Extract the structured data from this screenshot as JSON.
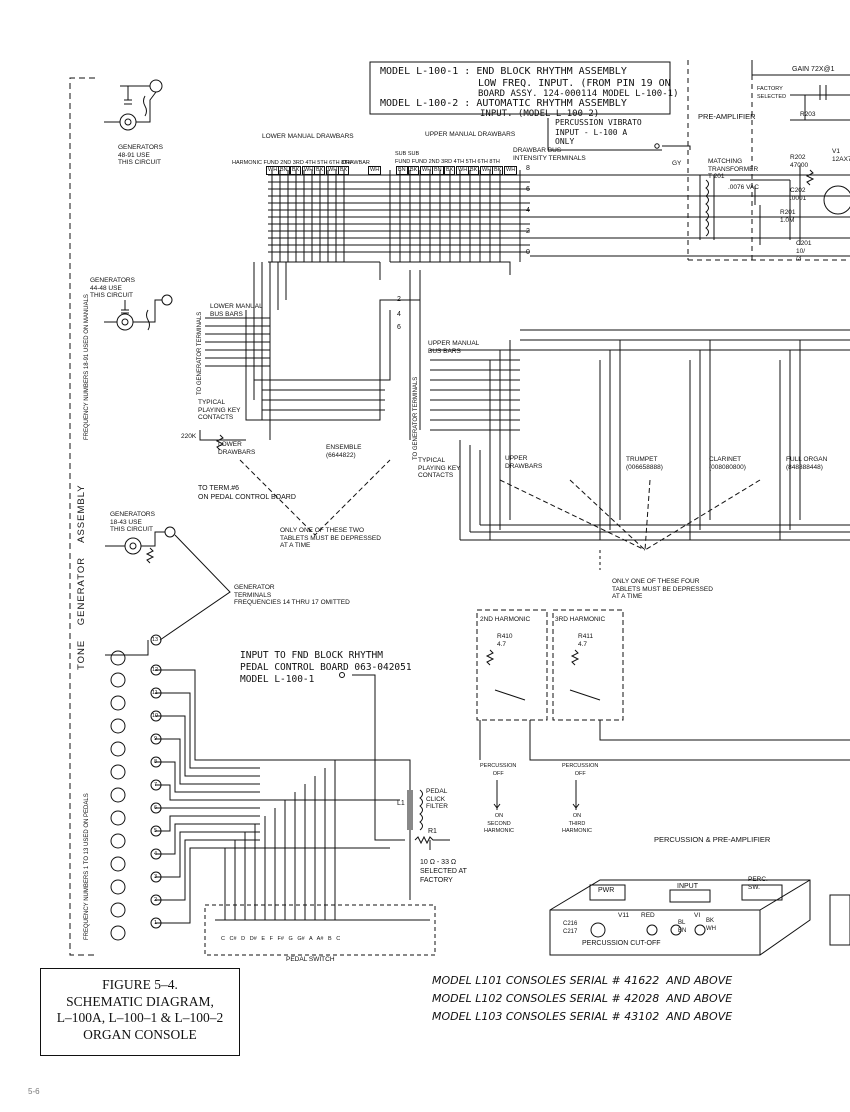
{
  "figure": {
    "caption_lines": [
      "FIGURE 5–4.",
      "SCHEMATIC DIAGRAM,",
      "L–100A, L–100–1 & L–100–2",
      "ORGAN CONSOLE"
    ],
    "page_number": "5-6"
  },
  "serials": [
    "MODEL L101 CONSOLES SERIAL # 41622  AND ABOVE",
    "MODEL L102 CONSOLES SERIAL # 42028  AND ABOVE",
    "MODEL L103 CONSOLES SERIAL # 43102  AND ABOVE"
  ],
  "model_note": {
    "line1": "MODEL L-100-1 : END BLOCK RHYTHM ASSEMBLY",
    "line2": "LOW FREQ. INPUT. (FROM PIN 19 ON",
    "line3": "BOARD ASSY. 124-000114 MODEL L-100-1)",
    "line4": "MODEL L-100-2 : AUTOMATIC RHYTHM ASSEMBLY",
    "line5": "INPUT. (MODEL L-100-2)"
  },
  "labels": {
    "gain": "GAIN 72X@1",
    "factory_selected": "FACTORY\nSELECTED",
    "r203": "R203",
    "preamp": "PRE-AMPLIFIER",
    "perc_vibrato": "PERCUSSION VIBRATO\nINPUT - L-100 A\nONLY",
    "lower_drawbars": "LOWER MANUAL DRAWBARS",
    "upper_drawbars": "UPPER MANUAL DRAWBARS",
    "drawbar_bus": "DRAWBAR BUS\nINTENSITY TERMINALS",
    "harmonic_row": "HARMONIC FUND 2ND 3RD 4TH 5TH 6TH 8TH",
    "drawbar": "DRAWBAR",
    "sub_sub": "SUB SUB\nFUND FUND 2ND 3RD 4TH 5TH 6TH 8TH",
    "gy": "GY",
    "matching_transformer": "MATCHING\nTRANSFORMER\nT 201",
    "cap_0076": ".0076 VAC",
    "r202": "R202\n47000",
    "c202": "C202\n.0001",
    "r201": "R201\n1.0M",
    "c201": "C201\n10/\n/3",
    "v1": "V1\n12AX7",
    "gen_1": "GENERATORS\n48-91 USE\nTHIS CIRCUIT",
    "gen_2": "GENERATORS\n44-48 USE\nTHIS CIRCUIT",
    "gen_3": "GENERATORS\n18-43 USE\nTHIS CIRCUIT",
    "freq_manuals": "FREQUENCY NUMBERS 18-91 USED ON MANUALS",
    "freq_pedals": "FREQUENCY NUMBERS 1 TO 13 USED ON PEDALS",
    "tone_generator": "TONE    GENERATOR    ASSEMBLY",
    "lower_manual_bus": "LOWER MANUAL\nBUS BARS",
    "upper_manual_bus": "UPPER MANUAL\nBUS BARS",
    "to_gen_terms": "TO GENERATOR TERMINALS",
    "typical_contacts": "TYPICAL\nPLAYING KEY\nCONTACTS",
    "r220k": "220K",
    "lower_drawbars_tab": "LOWER\nDRAWBARS",
    "ensemble": "ENSEMBLE\n(6644822)",
    "upper_drawbars_tab": "UPPER\nDRAWBARS",
    "trumpet": "TRUMPET\n(006658888)",
    "clarinet": "CLARINET\n(008080800)",
    "full_organ": "FULL ORGAN\n(848888448)",
    "to_term6": "TO TERM.#6\nON PEDAL CONTROL BOARD",
    "only_two": "ONLY ONE OF THESE TWO\nTABLETS MUST BE DEPRESSED\nAT A TIME",
    "only_four": "ONLY ONE OF THESE FOUR\nTABLETS MUST BE DEPRESSED\nAT A TIME",
    "gen_freq_omitted": "GENERATOR\nTERMINALS\nFREQUENCIES 14 THRU 17 OMITTED",
    "rhythm_input": "INPUT TO FND BLOCK RHYTHM\nPEDAL CONTROL BOARD 063-042051\nMODEL L-100-1",
    "second_harmonic": "2ND HARMONIC",
    "third_harmonic": "3RD HARMONIC",
    "r410": "R410\n4.7",
    "r411": "R411\n4.7",
    "perc_off_1": "PERCUSSION\nOFF",
    "perc_on_1": "ON\nSECOND\nHARMONIC",
    "perc_off_2": "PERCUSSION\nOFF",
    "perc_on_2": "ON\nTHIRD\nHARMONIC",
    "pedal_click": "PEDAL\nCLICK\nFILTER",
    "l1": "L1",
    "r1": "R1",
    "r1_value": "10 Ω - 33 Ω\nSELECTED AT\nFACTORY",
    "perc_preamp": "PERCUSSION & PRE-AMPLIFIER",
    "pwr": "PWR",
    "input": "INPUT",
    "perc_sw": "PERC.\nSW.",
    "c216": "C216\nC217",
    "v11": "V11",
    "red": "RED",
    "bl_bn": "BL\nBN",
    "vi": "VI",
    "bk_wh": "BK\nWH",
    "perc_cutoff": "PERCUSSION CUT-OFF",
    "pedal_switch": "PEDAL SWITCH",
    "pedal_notes": "C   C#   D   D#   E   F   F#   G   G#   A   A#   B   C",
    "bus_levels": [
      "8",
      "6",
      "4",
      "2",
      "0"
    ],
    "bus_terms": [
      "2",
      "4",
      "6"
    ],
    "gen_numbers": [
      "13",
      "12",
      "11",
      "10",
      "9",
      "8",
      "7",
      "6",
      "5",
      "4",
      "3",
      "2",
      "1"
    ],
    "drawbar_codes_lower": [
      "WH",
      "BN",
      "BK",
      "WH",
      "BK",
      "WH",
      "BK",
      "WH"
    ],
    "drawbar_codes_upper": [
      "BN",
      "BK",
      "WH",
      "BN",
      "BK",
      "WH",
      "BK",
      "WH",
      "BK",
      "WH"
    ]
  }
}
